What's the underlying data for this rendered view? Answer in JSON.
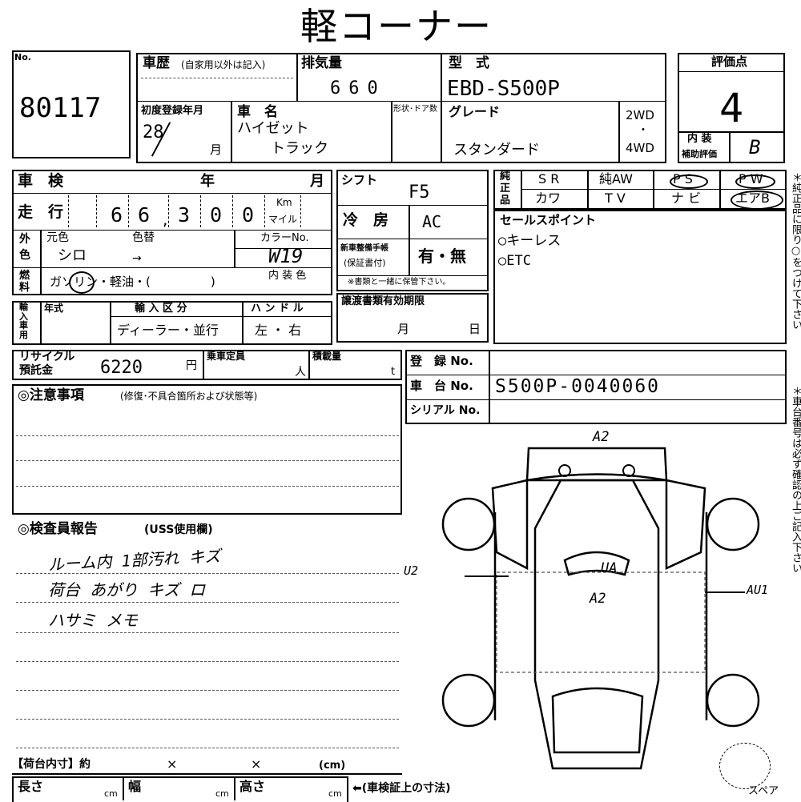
{
  "title": "軽コーナー",
  "no": {
    "label": "No.",
    "value": "80117"
  },
  "history": {
    "label": "車歴",
    "note": "(自家用以外は記入)"
  },
  "displacement": {
    "label": "排気量",
    "value": "660"
  },
  "model": {
    "label": "型　式",
    "value": "EBD-S500P"
  },
  "score": {
    "label": "評価点",
    "value": "4",
    "interior_label": "内 装",
    "aux_label": "補助評価",
    "interior_value": "B"
  },
  "first_reg": {
    "label": "初度登録年月",
    "year": "28",
    "month_unit": "月"
  },
  "car_name": {
    "label": "車　名",
    "line1": "ハイゼット",
    "line2": "トラック"
  },
  "shape_label": "形状･ドア数",
  "grade": {
    "label": "グレード",
    "value": "スタンダード"
  },
  "drive": {
    "two": "2WD",
    "dot": "・",
    "four": "4WD"
  },
  "inspection": {
    "label": "車　検",
    "year": "年",
    "month": "月"
  },
  "mileage": {
    "label": "走　行",
    "digits": [
      "6",
      "6",
      "3",
      "0",
      "0"
    ],
    "comma": ",",
    "unit1": "Km",
    "unit2": "マイル"
  },
  "color": {
    "label1": "外",
    "label2": "色",
    "orig": "元色",
    "change": "色替",
    "orig_value": "シロ",
    "arrow": "→",
    "code_label": "カラーNo.",
    "code_value": "W19",
    "interior": "内 装 色"
  },
  "fuel": {
    "label1": "燃",
    "label2": "料",
    "options": "ガソリン・軽油・(　　　　　)"
  },
  "import": {
    "label": "輸入車用",
    "year_label": "年式",
    "class_label": "輸 入 区 分",
    "class_value": "ディーラー・並行",
    "handle_label": "ハ ン ド ル",
    "handle_value": "左 ・ 右"
  },
  "shift": {
    "label": "シフト",
    "value": "F5"
  },
  "ac": {
    "label": "冷　房",
    "value": "AC"
  },
  "service_book": {
    "label1": "新車整備手帳",
    "label2": "(保証書付)",
    "value": "有・無",
    "note": "※書類と一緒に保管下さい。"
  },
  "transfer": {
    "label": "譲渡書類有効期限",
    "month": "月",
    "day": "日"
  },
  "options": {
    "label1": "純",
    "label2": "正",
    "label3": "品",
    "row1": [
      "S R",
      "純AW",
      "P S",
      "P W"
    ],
    "row2": [
      "カワ",
      "T V",
      "ナ ビ",
      "エアB"
    ]
  },
  "sales_points": {
    "label": "セールスポイント",
    "items": [
      "○キーレス",
      "○ETC"
    ]
  },
  "recycle": {
    "label1": "リサイクル",
    "label2": "預託金",
    "value": "6220",
    "unit": "円"
  },
  "capacity": {
    "label": "乗車定員",
    "unit": "人"
  },
  "load": {
    "label": "積載量",
    "unit": "t"
  },
  "registration": {
    "label": "登　録 No."
  },
  "chassis": {
    "label": "車　台 No.",
    "value": "S500P-0040060"
  },
  "serial": {
    "label": "シリアル No."
  },
  "caution": {
    "label": "◎注意事項",
    "note": "(修復･不具合箇所および状態等)"
  },
  "report": {
    "label": "◎検査員報告",
    "note": "(USS使用欄)",
    "lines": [
      "ルーム内 1部汚れ キズ",
      "荷台 あがり キズ ロ",
      "ハサミ メモ"
    ]
  },
  "diagram": {
    "marks": [
      "A2",
      "UA",
      "A2",
      "U2",
      "AU1"
    ]
  },
  "cargo": {
    "label": "【荷台内寸】約",
    "x1": "×",
    "x2": "×",
    "unit": "(cm)"
  },
  "dims": {
    "length": "長さ",
    "width": "幅",
    "height": "高さ",
    "cm": "cm",
    "note": "⬅(車検証上の寸法)"
  },
  "spare": "スペア",
  "side_notes": [
    "＊純正品に限り○をつけて下さい",
    "＊車台番号は必ず確認の上ご記入下さい"
  ]
}
